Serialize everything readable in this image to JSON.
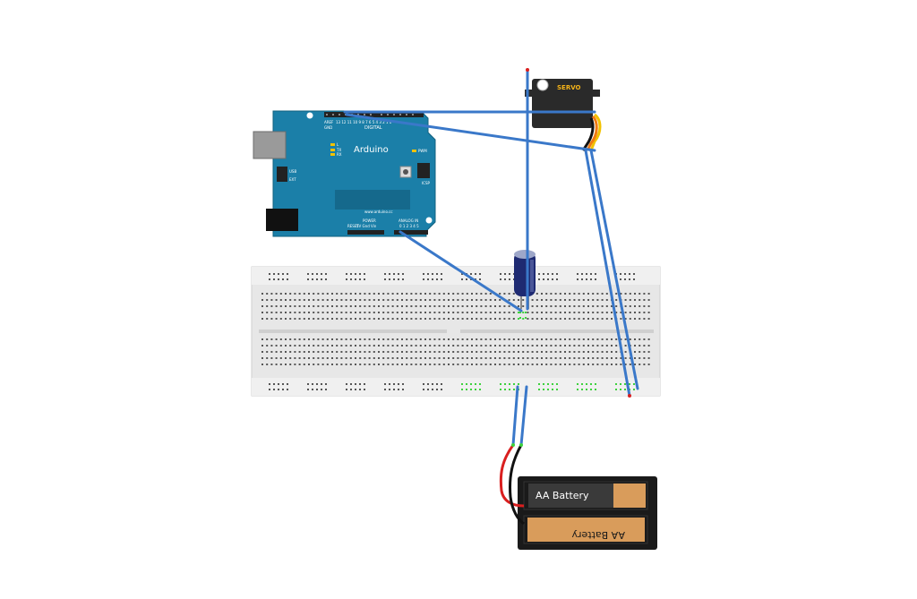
{
  "arduino": {
    "name": "Arduino",
    "url": "www.arduino.cc",
    "digital": "DIGITAL",
    "analog_in": "ANALOG IN",
    "power": "POWER",
    "icsp": "ICSP",
    "pwm": "PWM",
    "tx": "TX",
    "rx": "RX",
    "l": "L",
    "usb": "USB",
    "ext": "EXT",
    "aref": "AREF",
    "gnd": "GND",
    "pin_labels": "13 12 11 10 9 8 7 6 5 4 3 2 1 0",
    "power_labels": "5V Gnd Vin",
    "analog_labels": "0 1 2 3 4 5",
    "reset": "RESET"
  },
  "servo": {
    "label": "SERVO"
  },
  "battery_pack": {
    "cell_top": "AA Battery",
    "cell_bottom": "AA Battery"
  },
  "colors": {
    "board": "#1b7fa8",
    "board_dark": "#15698c",
    "wire": "#3a78c9",
    "breadboard": "#e7e7e7",
    "hole": "#555555",
    "hole_active": "#3ed13e",
    "servo_body": "#2a2a2a",
    "servo_label": "#f5b318",
    "battery_body": "#1a1a1a",
    "battery_cell": "#d99c5b",
    "battery_text": "#1a1a1a",
    "capacitor": "#1e2a72",
    "wire_red": "#d91f1f",
    "wire_black": "#111111",
    "wire_yellow": "#f2c200",
    "wire_orange": "#f07a12"
  }
}
